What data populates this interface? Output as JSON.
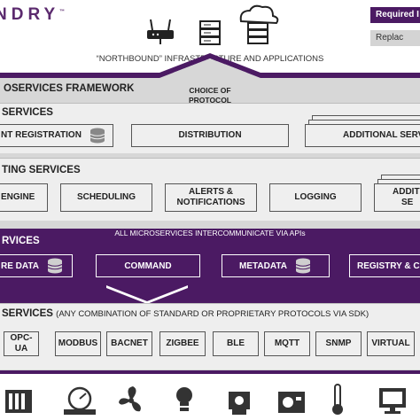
{
  "header": {
    "brand": "NDRY",
    "brand_tm": "™",
    "required_label": "Required I",
    "replaceable_label": "Replac"
  },
  "northbound": {
    "label": "“NORTHBOUND” INFRASTRUCTURE AND APPLICATIONS",
    "icons": [
      "router-icon",
      "server-icon",
      "cloud-server-icon"
    ]
  },
  "framework": {
    "title": "OSERVICES FRAMEWORK",
    "choice_of_protocol": [
      "CHOICE OF",
      "PROTOCOL"
    ]
  },
  "export_services": {
    "title": "SERVICES",
    "boxes": [
      "NT REGISTRATION",
      "DISTRIBUTION",
      "ADDITIONAL SERVI"
    ]
  },
  "supporting_services": {
    "title": "TING SERVICES",
    "boxes": [
      "ENGINE",
      "SCHEDULING",
      "ALERTS &\nNOTIFICATIONS",
      "LOGGING",
      "ADDITI\nSE"
    ]
  },
  "core_services": {
    "title": "RVICES",
    "intercom": "ALL MICROSERVICES INTERCOMMUNICATE VIA APIs",
    "boxes": [
      "RE DATA",
      "COMMAND",
      "METADATA",
      "REGISTRY & C"
    ]
  },
  "device_services": {
    "title": "SERVICES",
    "subtitle": "(ANY COMBINATION OF STANDARD OR PROPRIETARY PROTOCOLS VIA SDK)",
    "boxes": [
      "OPC-UA",
      "MODBUS",
      "BACNET",
      "ZIGBEE",
      "BLE",
      "MQTT",
      "SNMP",
      "VIRTUAL"
    ]
  },
  "southbound_icons": [
    "device-icon",
    "gauge-icon",
    "fan-icon",
    "bulb-icon",
    "motor-icon",
    "sensor-icon",
    "thermometer-icon",
    "monitor-icon"
  ],
  "colors": {
    "brand_purple": "#4b1a63",
    "gray_band": "#d7d7d7",
    "box_fill": "#efefef"
  }
}
